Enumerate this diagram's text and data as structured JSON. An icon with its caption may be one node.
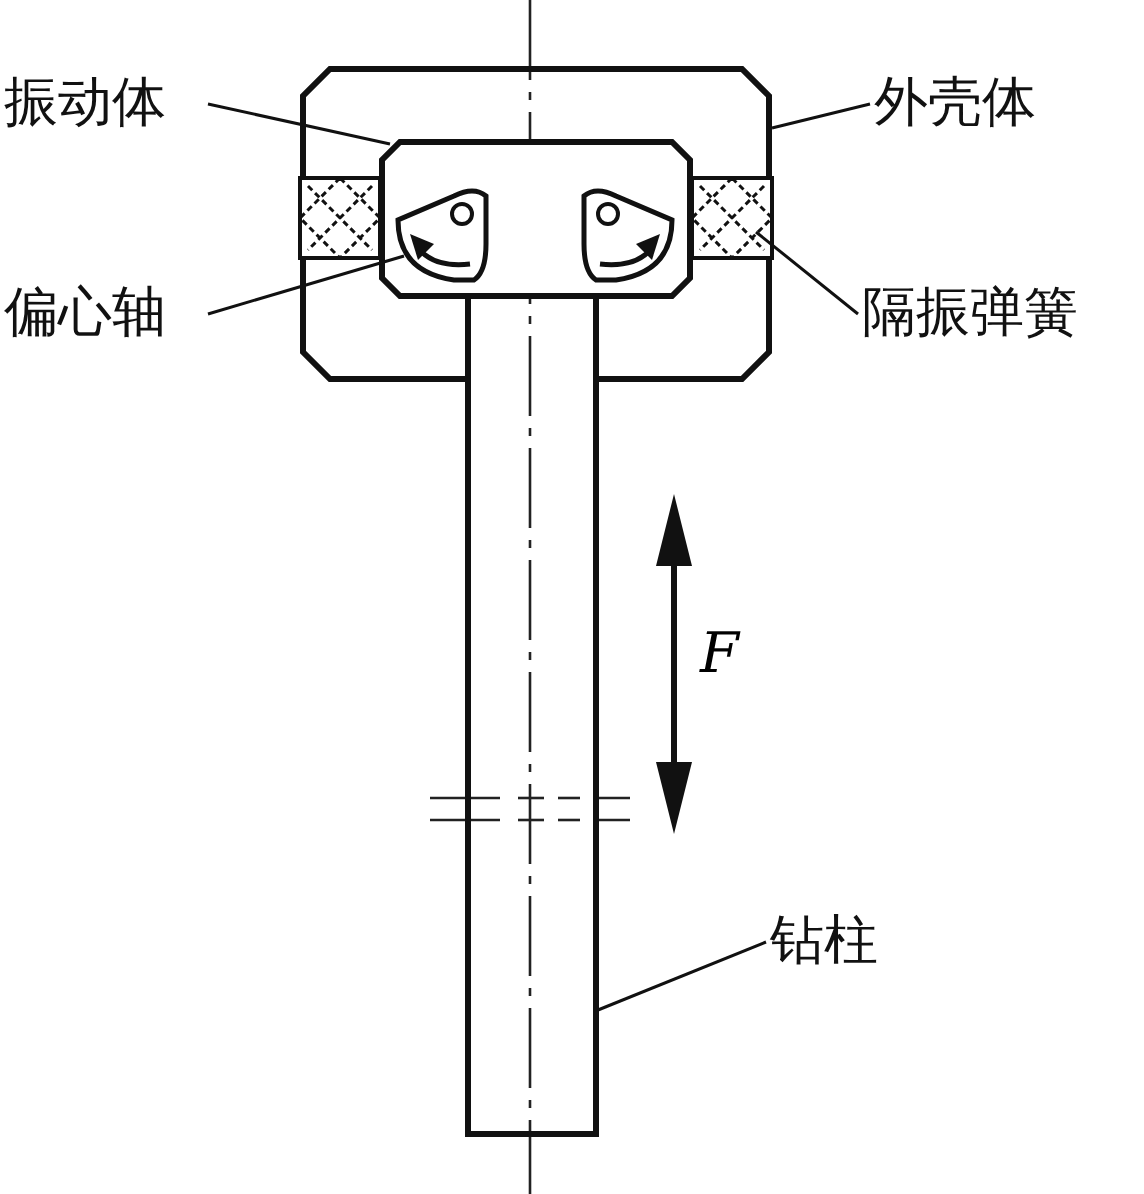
{
  "diagram": {
    "nodes": [
      {
        "text": [
          "振动体"
        ]
      },
      {
        "text": [
          "外壳体"
        ]
      },
      {
        "text": [
          "偏心轴"
        ]
      },
      {
        "text": [
          "隔振弹簧"
        ]
      },
      {
        "text": [
          "钻柱"
        ]
      },
      {
        "text": [],
        "shape": "box"
      },
      {
        "text": [],
        "shape": "box",
        "in": 5
      },
      {
        "text": [],
        "shape": "box",
        "in": 5
      },
      {
        "text": [],
        "shape": "picture",
        "in": 7
      },
      {
        "text": [],
        "shape": "picture",
        "in": 7
      },
      {
        "text": [],
        "shape": "box",
        "in": 5
      },
      {
        "text": [],
        "shape": "bar"
      }
    ],
    "edges": [
      {
        "from": 0,
        "to": 7,
        "arrow": "none"
      },
      {
        "from": 1,
        "to": 5,
        "arrow": "none"
      },
      {
        "from": 2,
        "to": 8,
        "arrow": "none"
      },
      {
        "from": 3,
        "to": 10,
        "arrow": "none"
      },
      {
        "from": 4,
        "to": 11,
        "arrow": "none"
      }
    ],
    "labels": [
      "F"
    ]
  }
}
